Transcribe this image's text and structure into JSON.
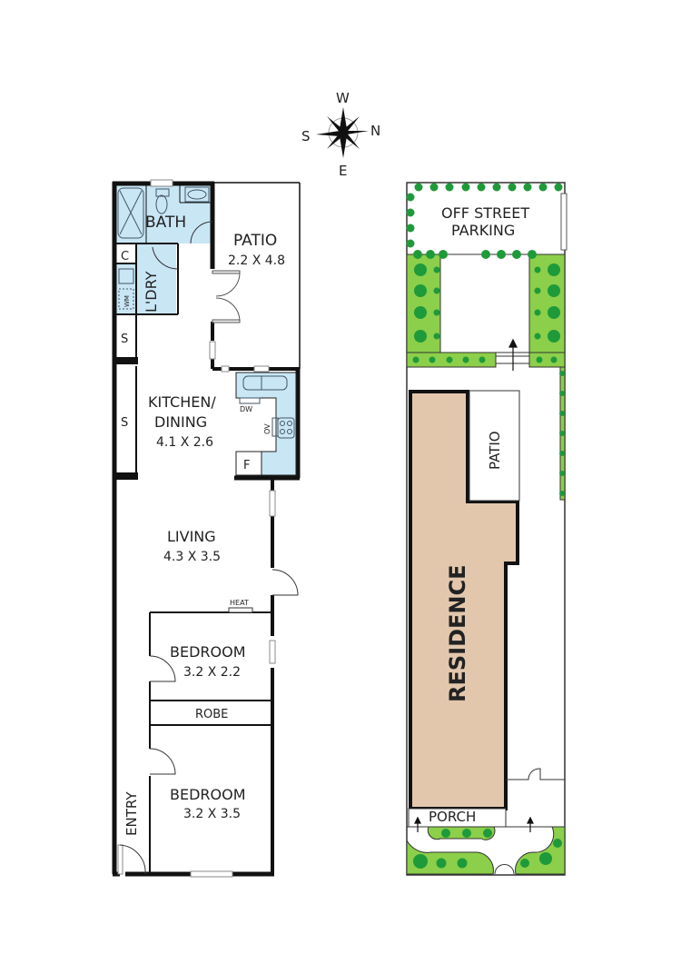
{
  "compass": {
    "north": "N",
    "south": "S",
    "east": "E",
    "west": "W"
  },
  "floor_plan": {
    "rooms": {
      "bath": {
        "name": "BATH"
      },
      "patio": {
        "name": "PATIO",
        "size": "2.2 X 4.8"
      },
      "laundry": {
        "name": "L'DRY"
      },
      "cupboard": {
        "name": "C"
      },
      "washing_machine": {
        "name": "WM"
      },
      "storage_1": {
        "name": "S"
      },
      "storage_2": {
        "name": "S"
      },
      "kitchen": {
        "name_line1": "KITCHEN/",
        "name_line2": "DINING",
        "size": "4.1 X 2.6"
      },
      "dishwasher": {
        "name": "DW"
      },
      "oven": {
        "name": "OV"
      },
      "fridge": {
        "name": "F"
      },
      "living": {
        "name": "LIVING",
        "size": "4.3 X 3.5"
      },
      "heater": {
        "name": "HEAT"
      },
      "bedroom_1": {
        "name": "BEDROOM",
        "size": "3.2 X 2.2"
      },
      "robe": {
        "name": "ROBE"
      },
      "bedroom_2": {
        "name": "BEDROOM",
        "size": "3.2 X 3.5"
      },
      "entry": {
        "name": "ENTRY"
      }
    }
  },
  "site_plan": {
    "parking": {
      "line1": "OFF STREET",
      "line2": "PARKING"
    },
    "patio": {
      "name": "PATIO"
    },
    "residence": {
      "name": "RESIDENCE"
    },
    "porch": {
      "name": "PORCH"
    }
  },
  "colors": {
    "wet_area": "#c9e6f5",
    "residence_fill": "#e3c7ad",
    "garden_light": "#8ccf4a",
    "shrub_dark": "#1f9a3a",
    "wall": "#111111"
  }
}
